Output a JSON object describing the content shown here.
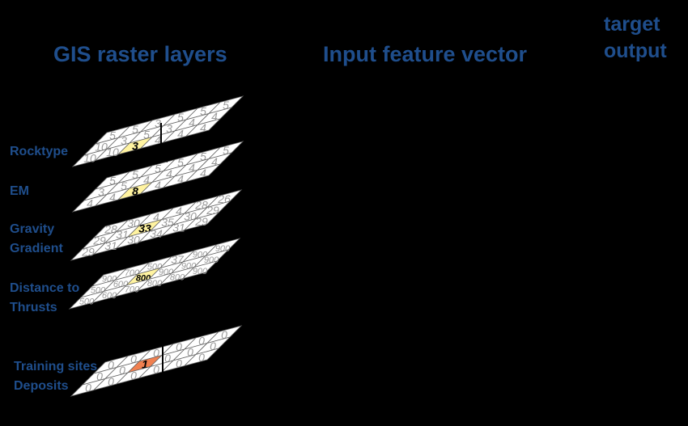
{
  "headers": {
    "gis": "GIS raster layers",
    "feature": "Input feature vector",
    "target_line1": "target",
    "target_line2": "output"
  },
  "labels": {
    "rocktype": "Rocktype",
    "em": "EM",
    "gravity_line1": "Gravity",
    "gravity_line2": "Gradient",
    "distance_line1": "Distance to",
    "distance_line2": "Thrusts",
    "training_line1": "Training sites",
    "training_line2": "Deposits"
  },
  "colors": {
    "label_text": "#1f4e8c",
    "highlight_yellow": "#fff3a0",
    "highlight_orange": "#f08050",
    "cell_fill": "#ffffff",
    "cell_text": "#9a9a9a"
  },
  "layers": [
    {
      "name": "rocktype",
      "highlight": "yellow",
      "cells": [
        [
          "5",
          "5",
          "3",
          "5",
          "5",
          "5"
        ],
        [
          "10",
          "3",
          "5",
          "3",
          "4",
          "4"
        ],
        [
          "10",
          "10",
          "3",
          "4",
          "4",
          "4"
        ]
      ],
      "hi_row": 2,
      "hi_col": 2
    },
    {
      "name": "em",
      "highlight": "yellow",
      "cells": [
        [
          "5",
          "5",
          "5",
          "5",
          "5",
          "5"
        ],
        [
          "3",
          "5",
          "4",
          "4",
          "4",
          "4"
        ],
        [
          "4",
          "4",
          "8",
          "4",
          "4",
          "4"
        ]
      ],
      "hi_row": 2,
      "hi_col": 2
    },
    {
      "name": "gravity",
      "highlight": "yellow",
      "cells": [
        [
          "28",
          "30",
          "4",
          "4",
          "28",
          "26"
        ],
        [
          "29",
          "31",
          "33",
          "35",
          "30",
          "29"
        ],
        [
          "29",
          "31",
          "30",
          "34",
          "31",
          "29"
        ]
      ],
      "hi_row": 1,
      "hi_col": 2
    },
    {
      "name": "distance",
      "highlight": "yellow",
      "cells": [
        [
          "900",
          "700",
          "500",
          "37",
          "900",
          "900"
        ],
        [
          "500",
          "600",
          "800",
          "900",
          "900",
          "900"
        ],
        [
          "500",
          "600",
          "700",
          "800",
          "800",
          "900"
        ]
      ],
      "hi_row": 1,
      "hi_col": 2
    },
    {
      "name": "training",
      "highlight": "orange",
      "cells": [
        [
          "0",
          "0",
          "0",
          "0",
          "0",
          "0"
        ],
        [
          "0",
          "0",
          "1",
          "0",
          "0",
          "0"
        ],
        [
          "0",
          "0",
          "0",
          "0",
          "0",
          "0"
        ]
      ],
      "hi_row": 1,
      "hi_col": 2
    }
  ]
}
